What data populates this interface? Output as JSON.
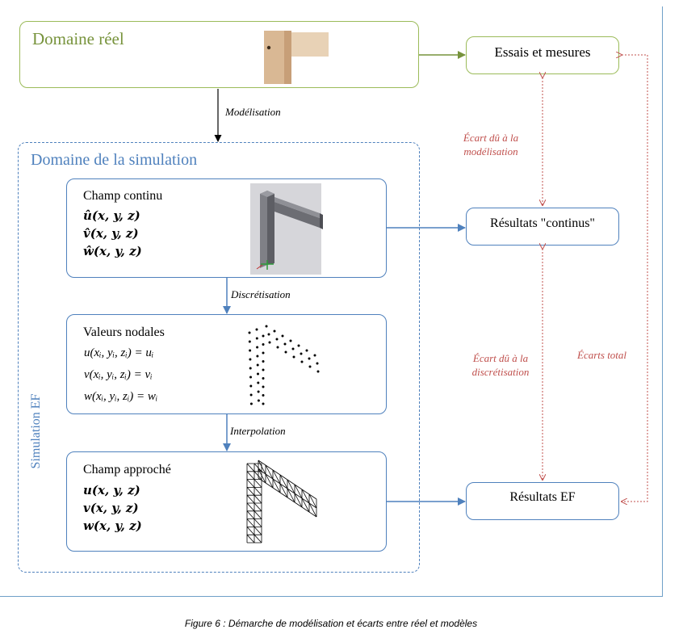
{
  "domaine_reel": {
    "title": "Domaine réel"
  },
  "essais": {
    "label": "Essais et mesures"
  },
  "modelisation": {
    "label": "Modélisation"
  },
  "simulation": {
    "title": "Domaine de la simulation",
    "side_label": "Simulation EF"
  },
  "champ_continu": {
    "title": "Champ continu",
    "eqs": [
      "û(x, y, z)",
      "v̂(x, y, z)",
      "ŵ(x, y, z)"
    ]
  },
  "discretisation": {
    "label": "Discrétisation"
  },
  "valeurs_nodales": {
    "title": "Valeurs nodales",
    "eqs": [
      "u(xᵢ, yᵢ, zᵢ) = uᵢ",
      "v(xᵢ, yᵢ, zᵢ) = vᵢ",
      "w(xᵢ, yᵢ, zᵢ) = wᵢ"
    ]
  },
  "interpolation": {
    "label": "Interpolation"
  },
  "champ_approche": {
    "title": "Champ approché",
    "eqs": [
      "u(x, y, z)",
      "v(x, y, z)",
      "w(x, y, z)"
    ]
  },
  "resultats_continus": {
    "label": "Résultats \"continus\""
  },
  "resultats_ef": {
    "label": "Résultats EF"
  },
  "ecart_modelisation": {
    "line1": "Écart dû à la",
    "line2": "modélisation"
  },
  "ecart_discretisation": {
    "line1": "Écart dû à la",
    "line2": "discrétisation"
  },
  "ecarts_total": {
    "label": "Écarts total"
  },
  "caption": {
    "text": "Figure 6 : Démarche de modélisation et écarts entre réel et modèles"
  },
  "colors": {
    "green": "#9bbb59",
    "green_text": "#77933c",
    "blue": "#4f81bd",
    "blue_text": "#4f81bd",
    "red": "#c0504d"
  }
}
